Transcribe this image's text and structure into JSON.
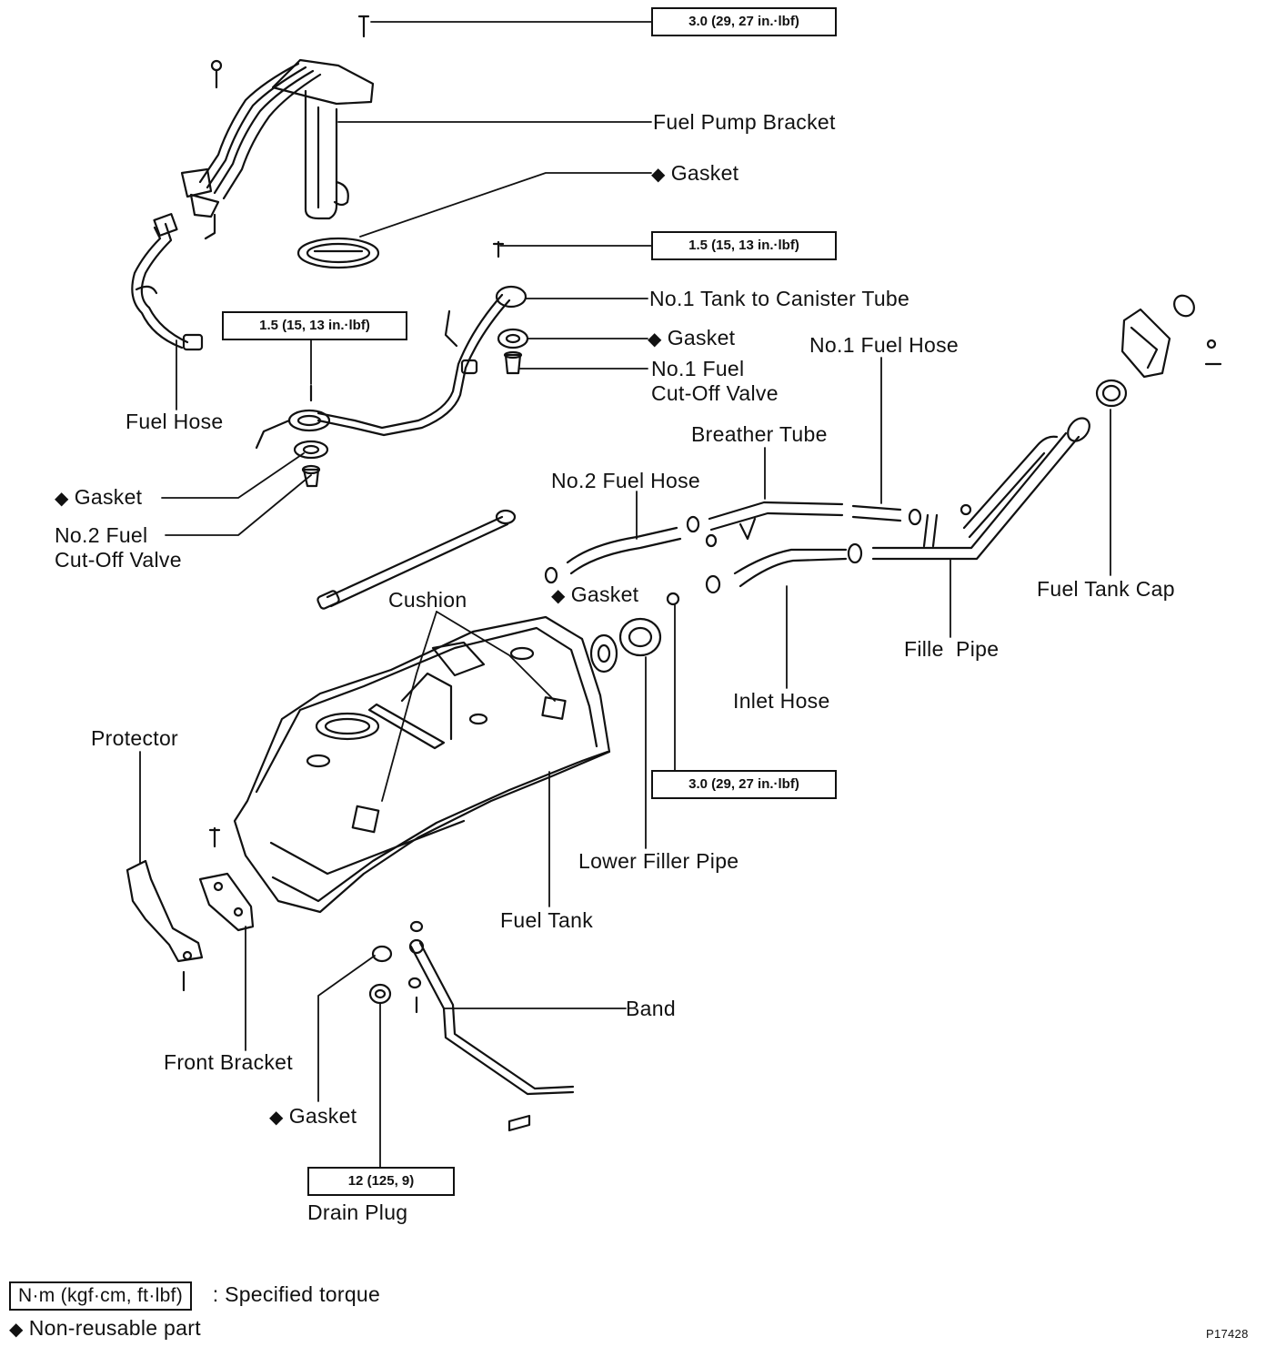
{
  "torque": {
    "t1": "3.0 (29, 27 in.·lbf)",
    "t2": "1.5 (15, 13  in.·lbf)",
    "t3": "1.5 (15, 13  in.·lbf)",
    "t4": "3.0 (29, 27 in.·lbf)",
    "t5": "12 (125, 9)"
  },
  "labels": {
    "fuel_pump_bracket": "Fuel Pump Bracket",
    "gasket": "Gasket",
    "no1_tank_to_canister_tube": "No.1 Tank to Canister Tube",
    "no1_fuel_cutoff_valve_l1": "No.1 Fuel",
    "no1_fuel_cutoff_valve_l2": "Cut-Off Valve",
    "no1_fuel_hose": "No.1 Fuel Hose",
    "fuel_hose": "Fuel Hose",
    "breather_tube": "Breather Tube",
    "no2_fuel_hose": "No.2 Fuel Hose",
    "no2_fuel_cutoff_valve_l1": "No.2 Fuel",
    "no2_fuel_cutoff_valve_l2": "Cut-Off Valve",
    "fuel_tank_cap": "Fuel Tank Cap",
    "cushion": "Cushion",
    "filler_pipe": "Fille  Pipe",
    "inlet_hose": "Inlet Hose",
    "protector": "Protector",
    "lower_filler_pipe": "Lower Filler Pipe",
    "fuel_tank": "Fuel Tank",
    "band": "Band",
    "front_bracket": "Front Bracket",
    "drain_plug": "Drain Plug"
  },
  "legend": {
    "torque_box": "N·m (kgf·cm, ft·lbf)",
    "torque_text": ":  Specified torque",
    "nonreusable_text": "Non-reusable part"
  },
  "figure_id": "P17428",
  "symbols": {
    "non_reusable": "◆"
  }
}
